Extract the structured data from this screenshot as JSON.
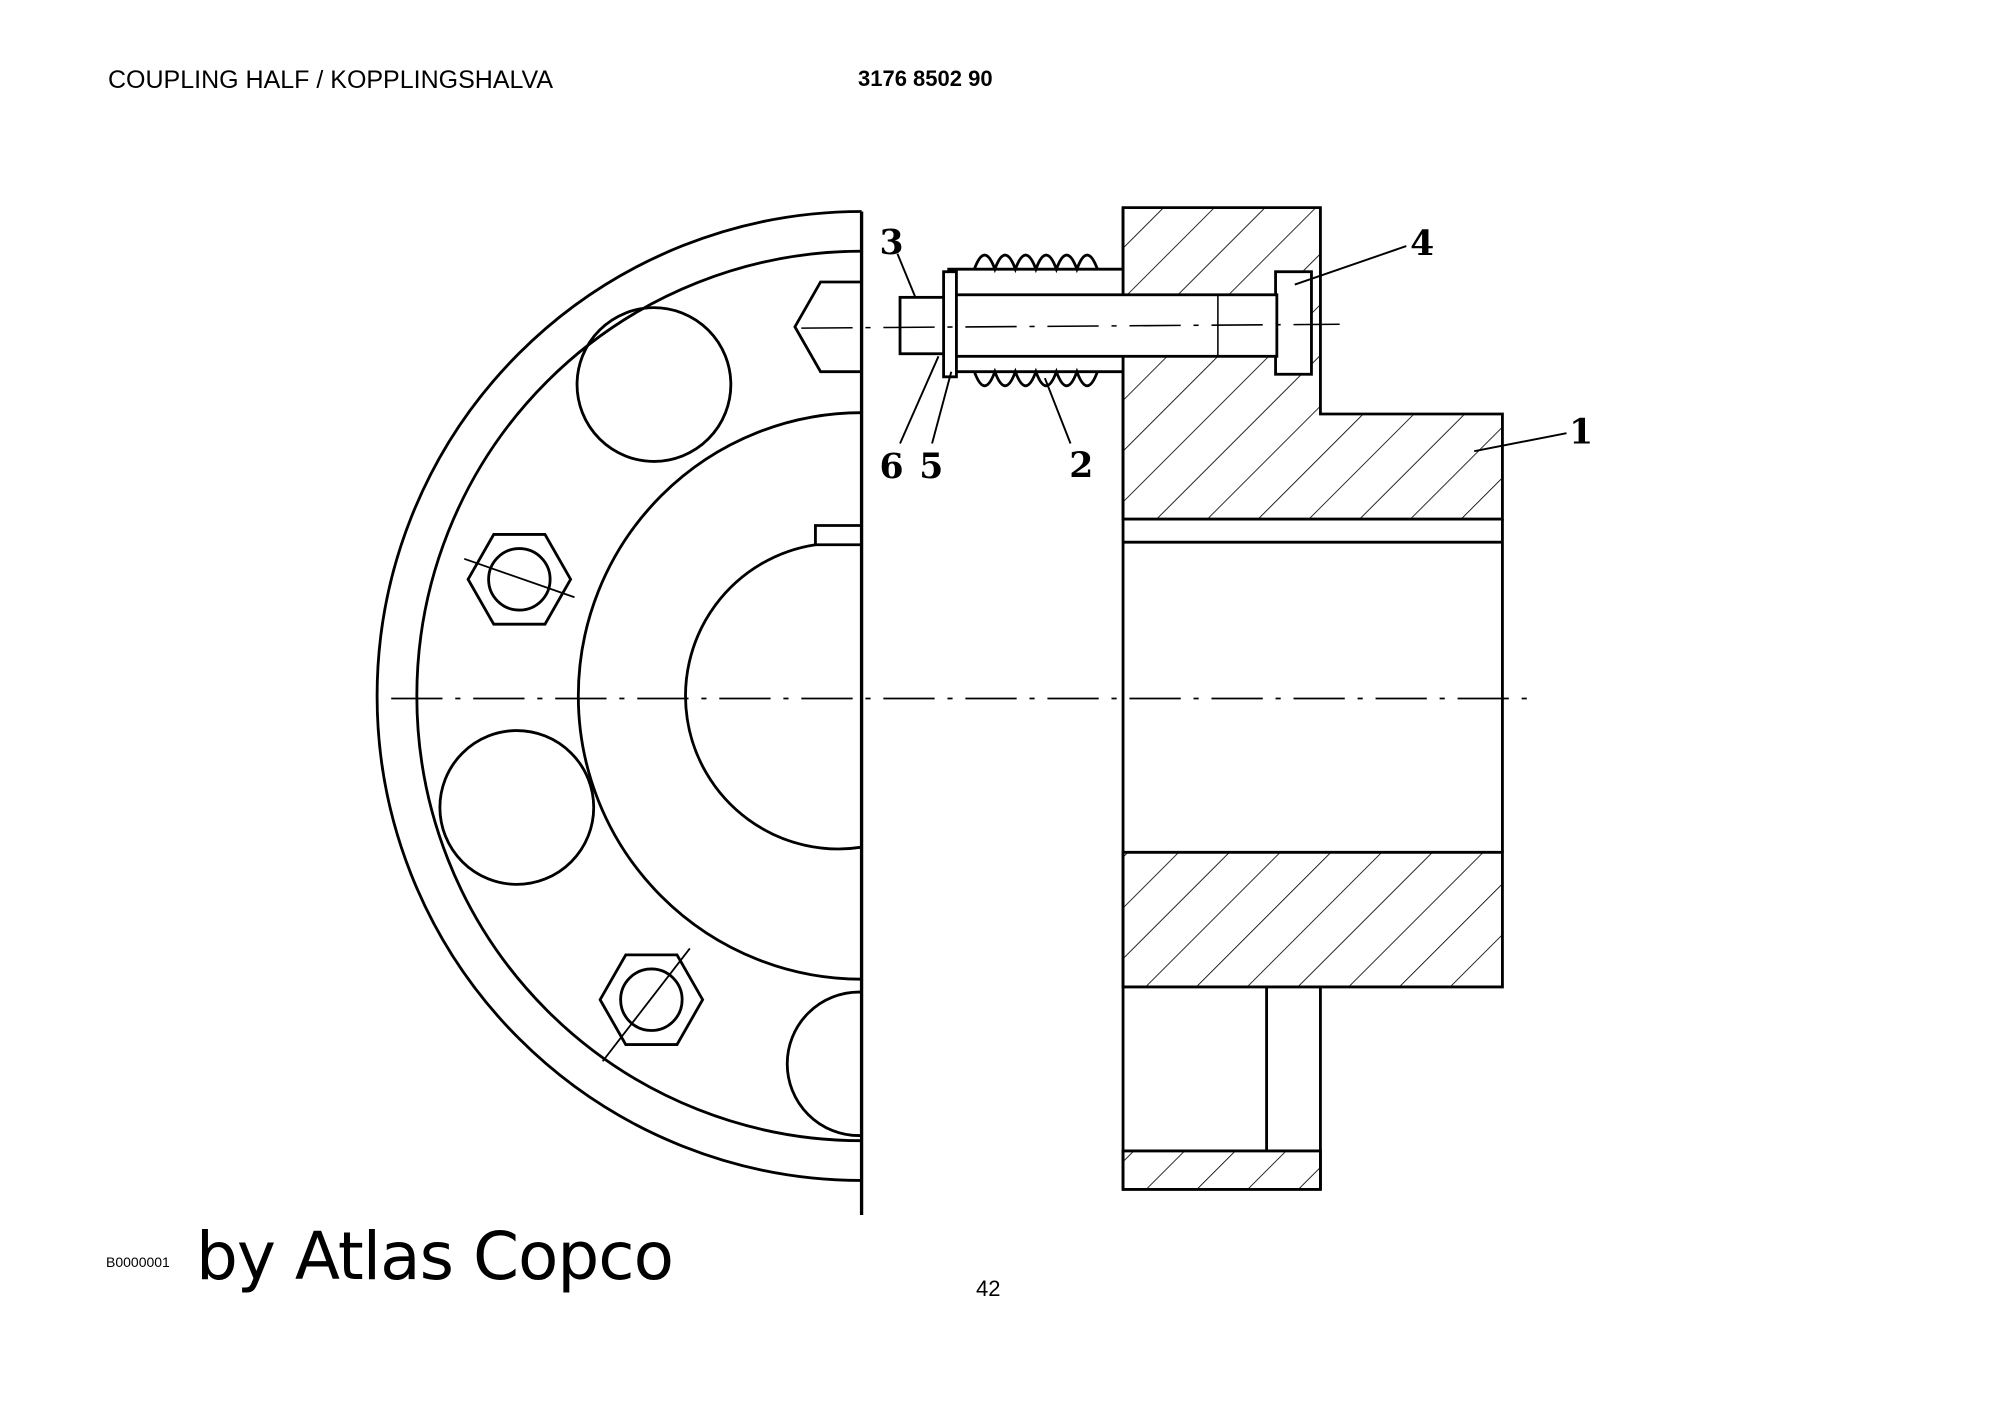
{
  "header": {
    "title": "COUPLING HALF / KOPPLINGSHALVA",
    "part_number": "3176 8502 90"
  },
  "drawing": {
    "callouts": [
      "1",
      "2",
      "3",
      "4",
      "5",
      "6"
    ]
  },
  "footer": {
    "code": "B0000001",
    "brand": "by Atlas Copco",
    "page_number": "42"
  }
}
